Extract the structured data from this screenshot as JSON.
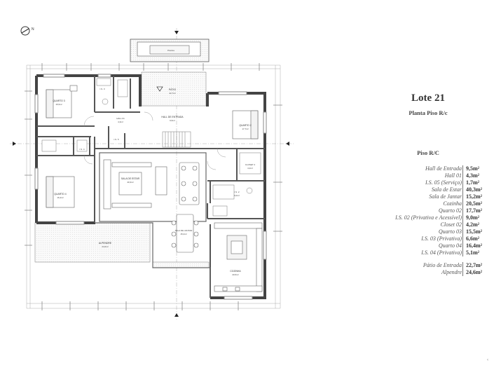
{
  "header": {
    "top_mark": "—·—"
  },
  "compass": {
    "letter": "N",
    "icon": "compass-north-icon"
  },
  "info": {
    "title": "Lote 21",
    "subtitle": "Planta Piso R/c",
    "floor_heading": "Piso R/C"
  },
  "areas": [
    {
      "name": "Hall de Entrada",
      "value": "9,5m²"
    },
    {
      "name": "Hall 01",
      "value": "4,3m²"
    },
    {
      "name": "I.S. 05 (Serviço)",
      "value": "1,7m²"
    },
    {
      "name": "Sala de Estar",
      "value": "40,3m²"
    },
    {
      "name": "Sala de Jantar",
      "value": "15,2m²"
    },
    {
      "name": "Cozinha",
      "value": "20,5m²"
    },
    {
      "name": "Quarto 02",
      "value": "17,7m²"
    },
    {
      "name": "I.S. 02 (Privativa e Acessível)",
      "value": "9,0m²"
    },
    {
      "name": "Closet 02",
      "value": "4,2m²"
    },
    {
      "name": "Quarto 03",
      "value": "15,5m²"
    },
    {
      "name": "I.S. 03 (Privativa)",
      "value": "6,6m²"
    },
    {
      "name": "Quarto 04",
      "value": "16,4m²"
    },
    {
      "name": "I.S. 04 (Privativa)",
      "value": "5,1m²"
    },
    {
      "name": "Pátio de Entrada",
      "value": "22,7m²"
    },
    {
      "name": "Alpendre",
      "value": "24,6m²"
    }
  ],
  "plan_labels": {
    "quarto3": "QUARTO 3",
    "quarto3_area": "15,5m²",
    "is3": "I.S. 3",
    "patio": "PÁTIO",
    "patio_area": "22,7m²",
    "hall_entrada": "HALL DE ENTRADA",
    "hall_entrada_area": "9,5m²",
    "quarto2": "QUARTO 2",
    "quarto2_area": "17,7m²",
    "hall01": "HALL 01",
    "hall01_area": "4,3m²",
    "is5": "I.S. 5",
    "is4": "I.S. 4",
    "closet2": "CLOSET 2",
    "closet2_area": "4,2m²",
    "is2": "I.S. 2",
    "is2_area": "9,0m²",
    "sala_estar": "SALA DE ESTAR",
    "sala_estar_area": "40,3m²",
    "quarto4": "QUARTO 4",
    "quarto4_area": "16,4m²",
    "sala_jantar": "SALA DE JANTAR",
    "sala_jantar_area": "15,2m²",
    "alpendre": "ALPENDRE",
    "alpendre_area": "24,6m²",
    "cozinha": "COZINHA",
    "cozinha_area": "20,5m²",
    "piscina": "Piscina"
  },
  "page_mark": "‹"
}
